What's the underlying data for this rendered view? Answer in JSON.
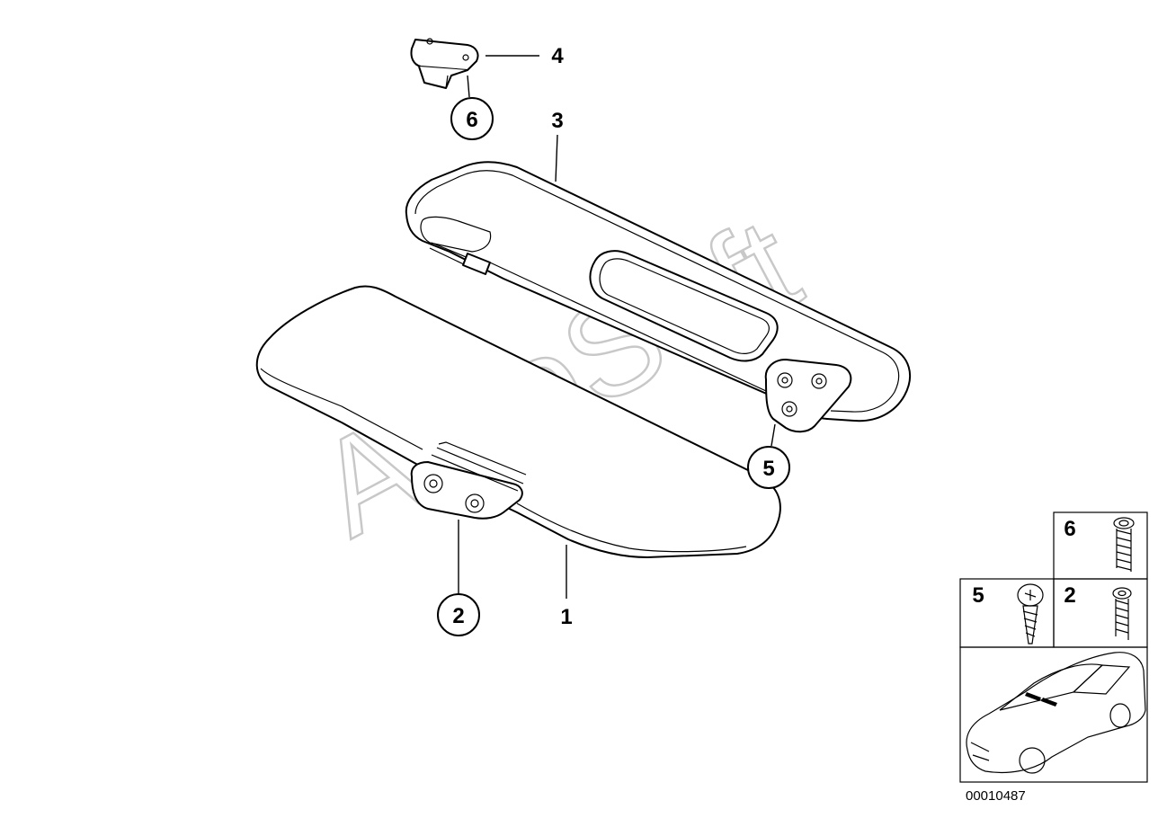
{
  "diagram": {
    "callouts": {
      "c1": "1",
      "c2": "2",
      "c3": "3",
      "c4": "4",
      "c5": "5",
      "c6": "6"
    },
    "legend": {
      "box6": "6",
      "box5": "5",
      "box2": "2"
    },
    "watermark": "AutoSoft",
    "drawing_number": "00010487"
  }
}
